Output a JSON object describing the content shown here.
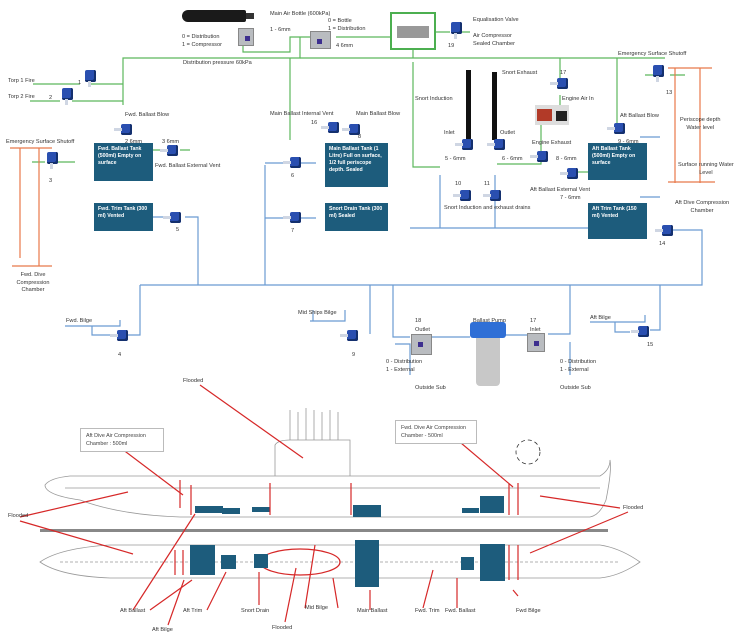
{
  "colors": {
    "air_line": "#5cb85c",
    "water_line": "#6b9bd2",
    "dive_chamber": "#e8794a",
    "tank_fill": "#1d5c7c",
    "flood_arrow": "#d62828",
    "valve_blue": "#2a4fb0"
  },
  "air_system": {
    "main_air_bottle": "Main Air Bottle (600kPa)",
    "selector_left": {
      "line0": "0 = Distribution",
      "line1": "1 = Compressor"
    },
    "selector_right": {
      "line0": "0 = Bottle",
      "line1": "1 = Distribution"
    },
    "pipe_1": "1 - 6mm",
    "pipe_4": "4  6mm",
    "distribution_pressure": "Distribution pressure 60kPa",
    "equalisation_valve": "Equalisation Valve",
    "valve_19": "19",
    "air_compressor": {
      "line0": "Air Compressor",
      "line1": "Sealed Chamber"
    },
    "torp1": "Torp 1 Fire",
    "torp2": "Torp 2 Fire",
    "valve_1": "1",
    "valve_2": "2"
  },
  "forward": {
    "emergency_surface_shutoff": "Emergency Surface Shutoff",
    "valve_3": "3",
    "dive_chamber": {
      "line0": "Fwd. Dive",
      "line1": "Compression",
      "line2": "Chamber"
    },
    "ballast_blow": "Fwd. Ballast Blow",
    "pipe_2": "2  6mm",
    "pipe_3": "3 6mm",
    "ballast_tank": "Fwd. Ballast Tank (500ml) Empty on surface",
    "external_vent": "Fwd. Ballast External Vent",
    "trim_tank": "Fwd. Trim Tank (300 ml) Vented",
    "valve_5": "5",
    "bilge": "Fwd. Bilge",
    "valve_4": "4"
  },
  "midships": {
    "internal_vent": "Main Ballast Internal Vent",
    "valve_16": "16",
    "ballast_blow": "Main Ballast Blow",
    "valve_8": "8",
    "main_ballast_tank": "Main Ballast Tank (1 Litre) Full on surface, 1/2 full periscope depth. Sealed",
    "valve_6": "6",
    "snort_drain_tank": "Snort Drain Tank (300 ml) Sealed",
    "valve_7": "7",
    "bilge": "Mid Ships Bilge",
    "valve_9": "9"
  },
  "snort": {
    "induction": "Snort Induction",
    "exhaust": "Snort Exhaust",
    "inlet": "Inlet",
    "outlet": "Outlet",
    "pipe_5": "5 - 6mm",
    "pipe_6": "6 - 6mm",
    "valve_10": "10",
    "valve_11": "11",
    "drains": "Snort Induction and exhaust drains",
    "valve_17": "17",
    "engine_air_in": "Engine Air In",
    "engine_exhaust": "Engine Exhaust",
    "pipe_8": "8 - 6mm"
  },
  "aft": {
    "emergency_surface_shutoff": "Emergency Surface Shutoff",
    "valve_13": "13",
    "periscope_depth": {
      "line0": "Periscope depth",
      "line1": "Water level"
    },
    "surface_running": {
      "line0": "Surface running Water",
      "line1": "Level"
    },
    "dive_chamber": {
      "line0": "Aft Dive Compression",
      "line1": "Chamber"
    },
    "ballast_blow": "Aft Ballast Blow",
    "pipe_9": "9 - 6mm",
    "ballast_tank": "Aft Ballast Tank (500ml) Empty on surface",
    "external_vent": "Aft Ballast External Vent",
    "pipe_7": "7 - 6mm",
    "trim_tank": "Aft Trim Tank (150 ml) Vented",
    "valve_14": "14",
    "bilge": "Aft Bilge",
    "valve_15": "15"
  },
  "pump": {
    "label": "Ballast Pump",
    "outlet_num": "18",
    "outlet": "Outlet",
    "inlet_num": "17",
    "inlet": "Inlet",
    "sel_out": {
      "line0": "0 - Distribution",
      "line1": "1 - External"
    },
    "sel_in": {
      "line0": "0 - Distribution",
      "line1": "1 - External"
    },
    "outside_left": "Outside Sub",
    "outside_right": "Outside Sub"
  },
  "hull": {
    "flooded_top": "Flooded",
    "aft_chamber_callout": {
      "line0": "Aft Dive Air Compression",
      "line1": "Chamber : 500ml"
    },
    "fwd_chamber_callout": {
      "line0": "Fwd. Dive Air Compression",
      "line1": "Chamber - 500ml"
    },
    "flooded_left": "Flooded",
    "flooded_right": "Flooded",
    "flooded_mid": "Flooded",
    "labels": [
      "Aft Ballast",
      "Aft Bilge",
      "Aft Trim",
      "Snort Drain",
      "Mid Bilge",
      "Main Ballast",
      "Fwd. Trim",
      "Fwd. Ballast",
      "Fwd Bilge"
    ]
  }
}
